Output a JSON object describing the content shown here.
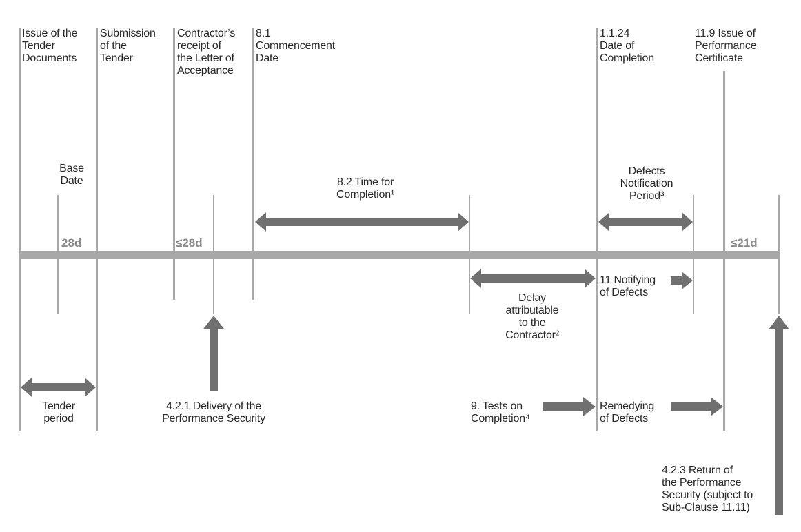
{
  "headers": {
    "issue_tender_documents": "Issue of the\nTender\nDocuments",
    "submission_tender": "Submission\nof the\nTender",
    "letter_of_acceptance": "Contractor’s\nreceipt of\nthe Letter of\nAcceptance",
    "commencement_date": "8.1\nCommencement\nDate",
    "date_of_completion": "1.1.24\nDate of\nCompletion",
    "performance_certificate": "11.9 Issue of\nPerformance\nCertificate"
  },
  "upper": {
    "base_date": "Base\nDate",
    "time_for_completion": "8.2 Time for\nCompletion¹",
    "defects_notification_period": "Defects\nNotification\nPeriod³"
  },
  "durations": {
    "base_28d": "28d",
    "acceptance_28d": "≤28d",
    "return_21d": "≤21d"
  },
  "lower": {
    "delay": "Delay\nattributable\nto the\nContractor²",
    "notifying_defects": "11 Notifying\nof Defects",
    "tender_period": "Tender\nperiod",
    "performance_security_delivery": "4.2.1 Delivery of the\nPerformance Security",
    "tests_on_completion": "9. Tests on\nCompletion⁴",
    "remedying_defects": "Remedying\nof Defects",
    "return_performance_security": "4.2.3 Return of\nthe Performance\nSecurity (subject to\nSub-Clause 11.11)"
  },
  "colors": {
    "timeline": "#a8a8a8",
    "arrow": "#707070",
    "text": "#2a2a2a",
    "duration_text": "#8a8a8a"
  }
}
